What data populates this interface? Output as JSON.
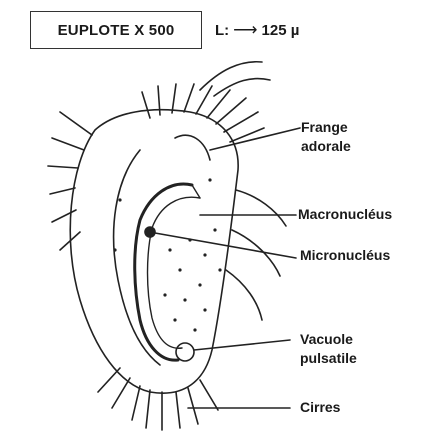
{
  "diagram": {
    "title": "EUPLOTE  X 500",
    "size_prefix": "L:",
    "size_arrow": "⟶",
    "size_value": "125 µ",
    "labels": {
      "frange_line1": "Frange",
      "frange_line2": "adorale",
      "macronucleus": "Macronucléus",
      "micronucleus": "Micronucléus",
      "vacuole_line1": "Vacuole",
      "vacuole_line2": "pulsatile",
      "cirres": "Cirres"
    }
  }
}
